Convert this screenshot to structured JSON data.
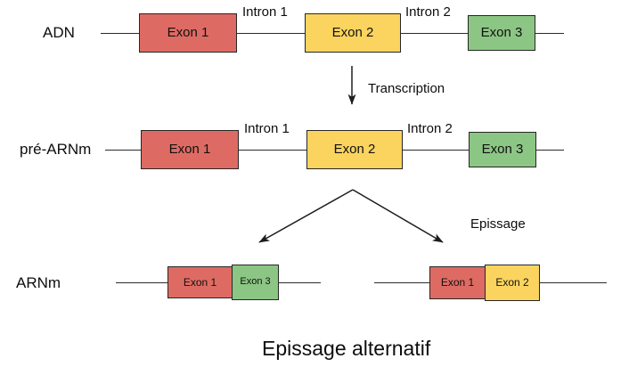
{
  "figure": {
    "title": "Epissage alternatif",
    "colors": {
      "exon_red": "#DE6B63",
      "exon_yellow": "#FAD45F",
      "exon_green": "#8CC684",
      "stroke": "#262626",
      "line": "#2b2b2b",
      "text": "#0d0d0d",
      "background": "#ffffff"
    }
  },
  "rows": {
    "dna": {
      "label": "ADN",
      "exons": [
        {
          "name": "Exon 1",
          "color_key": "exon_red"
        },
        {
          "name": "Exon 2",
          "color_key": "exon_yellow"
        },
        {
          "name": "Exon 3",
          "color_key": "exon_green"
        }
      ],
      "introns": [
        {
          "name": "Intron 1"
        },
        {
          "name": "Intron 2"
        }
      ]
    },
    "pre_mrna": {
      "label": "pré-ARNm",
      "exons": [
        {
          "name": "Exon 1",
          "color_key": "exon_red"
        },
        {
          "name": "Exon 2",
          "color_key": "exon_yellow"
        },
        {
          "name": "Exon 3",
          "color_key": "exon_green"
        }
      ],
      "introns": [
        {
          "name": "Intron 1"
        },
        {
          "name": "Intron 2"
        }
      ]
    },
    "mrna": {
      "label": "ARNm",
      "variant_left": {
        "exons": [
          {
            "name": "Exon 1",
            "color_key": "exon_red"
          },
          {
            "name": "Exon 3",
            "color_key": "exon_green"
          }
        ]
      },
      "variant_right": {
        "exons": [
          {
            "name": "Exon 1",
            "color_key": "exon_red"
          },
          {
            "name": "Exon 2",
            "color_key": "exon_yellow"
          }
        ]
      }
    }
  },
  "processes": {
    "transcription": "Transcription",
    "splicing": "Epissage"
  }
}
